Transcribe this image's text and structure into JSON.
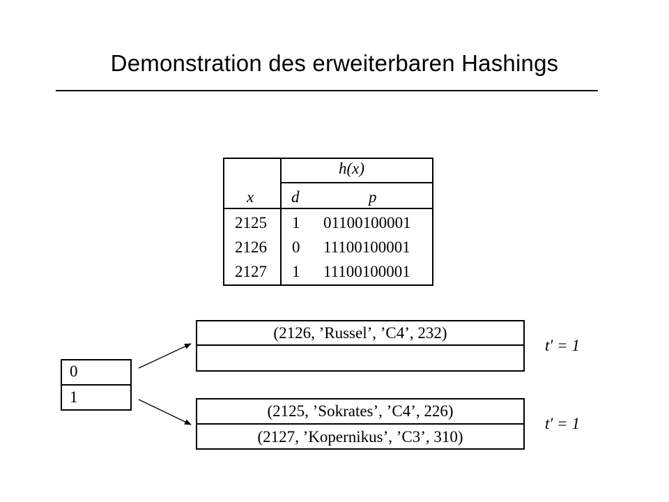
{
  "title": "Demonstration des erweiterbaren Hashings",
  "hash_table": {
    "header_group": "h(x)",
    "col_x": "x",
    "col_d": "d",
    "col_p": "p",
    "rows": [
      {
        "x": "2125",
        "d": "1",
        "p": "01100100001"
      },
      {
        "x": "2126",
        "d": "0",
        "p": "11100100001"
      },
      {
        "x": "2127",
        "d": "1",
        "p": "11100100001"
      }
    ]
  },
  "directory": {
    "entries": [
      "0",
      "1"
    ]
  },
  "buckets": [
    {
      "records": [
        "(2126, ’Russel’, ’C4’, 232)",
        ""
      ],
      "local_depth": "t′ = 1"
    },
    {
      "records": [
        "(2125, ’Sokrates’, ’C4’, 226)",
        "(2127, ’Kopernikus’, ’C3’, 310)"
      ],
      "local_depth": "t′ = 1"
    }
  ]
}
